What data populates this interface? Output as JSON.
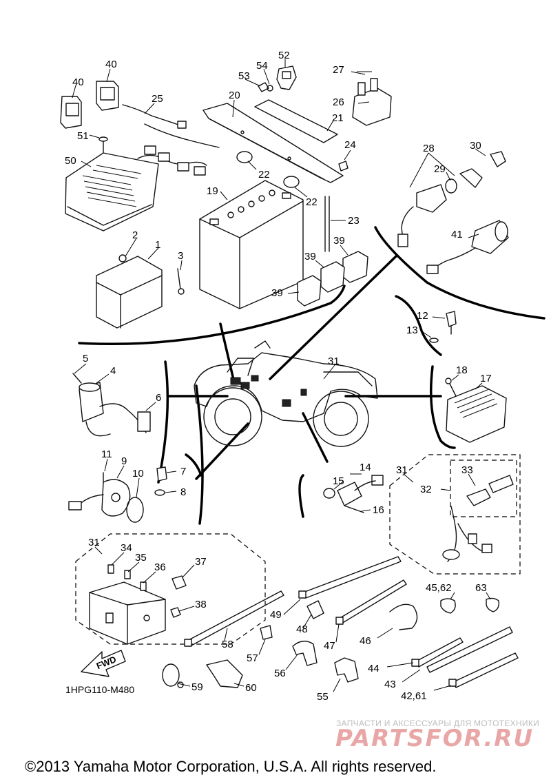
{
  "diagram": {
    "drawing_code": "1HPG110-M480",
    "fwd_label": "FWD",
    "copyright": "©2013 Yamaha Motor Corporation, U.S.A. All rights reserved.",
    "watermark": {
      "tagline": "ЗАПЧАСТИ И АКСЕССУАРЫ ДЛЯ МОТОТЕХНИКИ",
      "logo_text": "PARTSFOR.RU"
    },
    "callouts": {
      "c40a": "40",
      "c40b": "40",
      "c51": "51",
      "c25": "25",
      "c50": "50",
      "c20": "20",
      "c53": "53",
      "c54": "54",
      "c52": "52",
      "c21": "21",
      "c22a": "22",
      "c22b": "22",
      "c24": "24",
      "c19": "19",
      "c23": "23",
      "c27": "27",
      "c26": "26",
      "c28": "28",
      "c29": "29",
      "c30": "30",
      "c41": "41",
      "c2": "2",
      "c1": "1",
      "c3": "3",
      "c39a": "39",
      "c39b": "39",
      "c39c": "39",
      "c12": "12",
      "c13": "13",
      "c5": "5",
      "c4": "4",
      "c6": "6",
      "c31a": "31",
      "c18": "18",
      "c17": "17",
      "c11": "11",
      "c9": "9",
      "c10": "10",
      "c7": "7",
      "c8": "8",
      "c14": "14",
      "c15": "15",
      "c16": "16",
      "c31b": "31",
      "c33": "33",
      "c32": "32",
      "c31c": "31",
      "c34": "34",
      "c35": "35",
      "c36": "36",
      "c37": "37",
      "c38": "38",
      "c45_62": "45,62",
      "c63": "63",
      "c49": "49",
      "c48": "48",
      "c46": "46",
      "c47": "47",
      "c58": "58",
      "c57": "57",
      "c56": "56",
      "c44": "44",
      "c43": "43",
      "c42_61": "42,61",
      "c55": "55",
      "c59": "59",
      "c60": "60"
    }
  }
}
